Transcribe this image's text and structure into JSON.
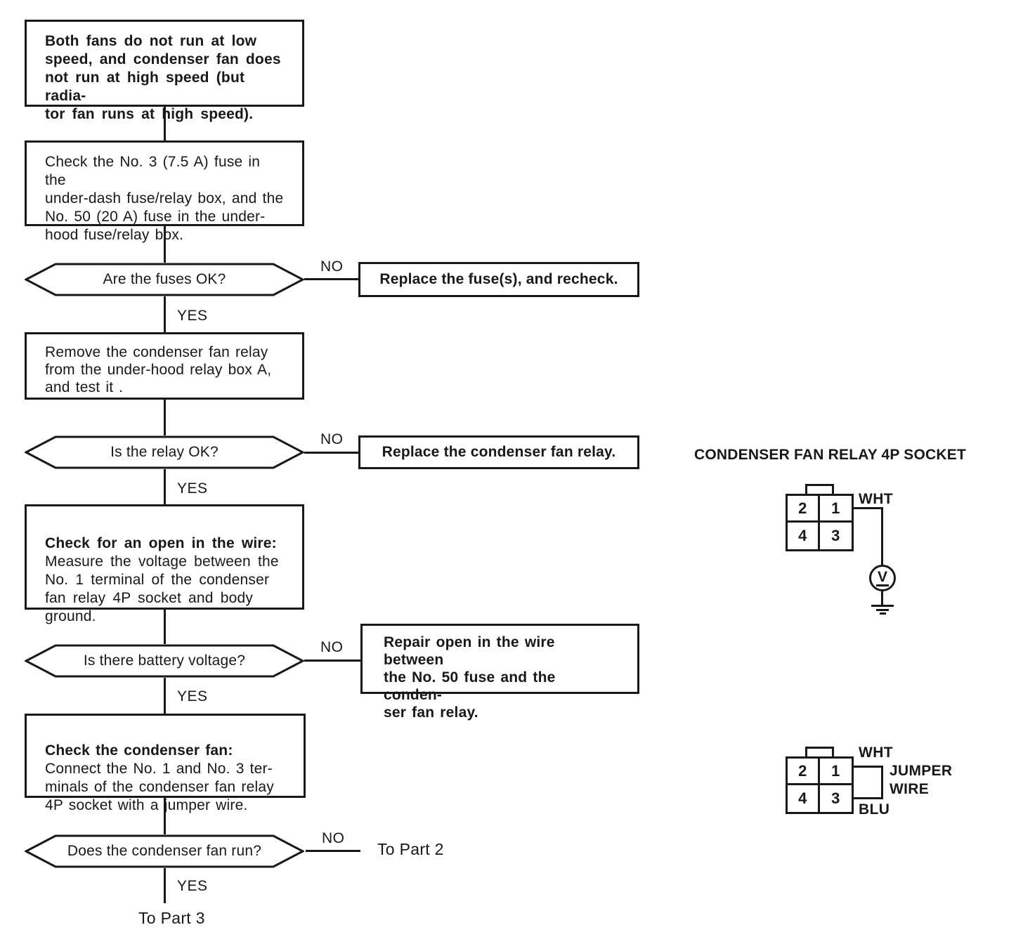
{
  "labels": {
    "yes": "YES",
    "no": "NO"
  },
  "flow": {
    "start": "Both fans do not run at low\nspeed, and condenser fan does\nnot run at high speed (but radia-\ntor fan runs at high speed).",
    "check_fuses": "Check the No. 3 (7.5 A) fuse in the\nunder-dash fuse/relay box, and the\nNo. 50 (20 A) fuse in the under-\nhood fuse/relay box.",
    "q_fuses_ok": "Are the fuses OK?",
    "replace_fuses": "Replace the fuse(s), and recheck.",
    "remove_relay": "Remove the condenser fan relay\nfrom the under-hood relay box A,\nand test it .",
    "q_relay_ok": "Is the relay OK?",
    "replace_relay": "Replace the condenser fan relay.",
    "check_wire_title": "Check for an open in the wire:",
    "check_wire_body": "Measure the voltage between the\nNo. 1 terminal of the condenser\nfan relay 4P socket and body\nground.",
    "q_battery_voltage": "Is there battery voltage?",
    "repair_open": "Repair open in the wire between\nthe No. 50 fuse and the conden-\nser fan relay.",
    "check_fan_title": "Check the condenser fan:",
    "check_fan_body": "Connect the No. 1 and No. 3 ter-\nminals of the condenser fan relay\n4P socket with a jumper wire.",
    "q_fan_run": "Does the condenser fan run?",
    "to_part2": "To Part 2",
    "to_part3": "To Part 3"
  },
  "socket": {
    "title": "CONDENSER FAN RELAY 4P SOCKET",
    "pins": [
      "2",
      "1",
      "4",
      "3"
    ],
    "wht": "WHT",
    "meter": "V",
    "jumper_label": "JUMPER\nWIRE",
    "blu": "BLU"
  }
}
